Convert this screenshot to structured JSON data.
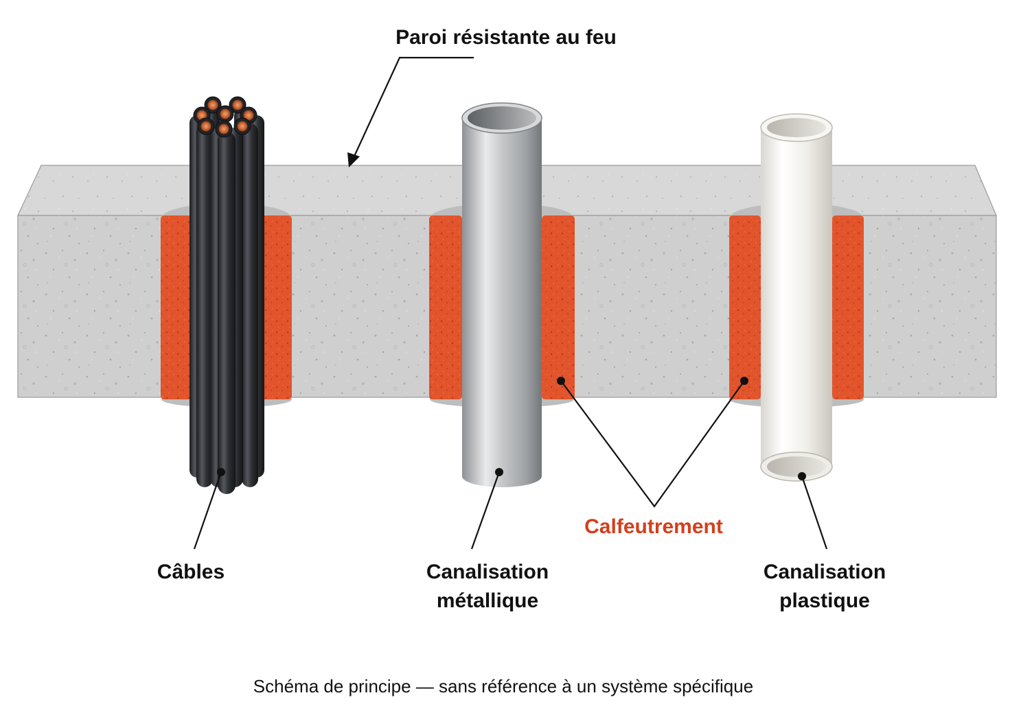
{
  "title": "Paroi résistante au feu",
  "labels": {
    "cables": "Câbles",
    "metal_line1": "Canalisation",
    "metal_line2": "métallique",
    "plastic_line1": "Canalisation",
    "plastic_line2": "plastique",
    "sealing": "Calfeutrement"
  },
  "caption": "Schéma de principe — sans référence à un système spécifique",
  "colors": {
    "background": "#ffffff",
    "concrete": "#cfcfcf",
    "sealant": "#e2542b",
    "sealing_label": "#d2401c",
    "cable": "#2b2d31",
    "copper": "#c8703f",
    "metal_pipe": "#c2c4c6",
    "plastic_pipe": "#f2f0ea",
    "text": "#111111"
  },
  "icons": [
    "cable-bundle-icon",
    "metal-pipe-icon",
    "plastic-pipe-icon",
    "copper-core-icon",
    "arrow-head-icon"
  ]
}
